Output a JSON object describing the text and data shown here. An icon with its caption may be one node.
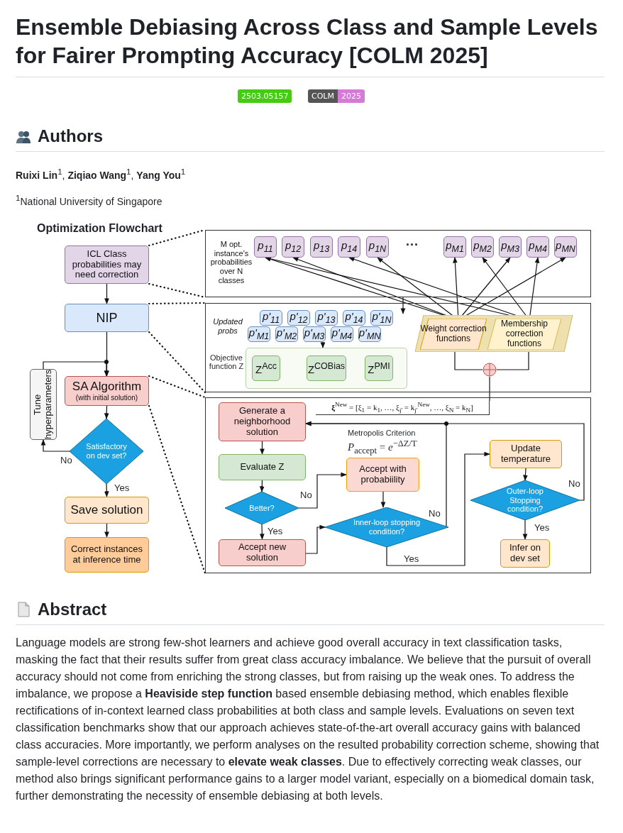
{
  "diagram": {
    "title": "Ensemble Debiasing Across Class and Sample Levels for Fairer Prompting Accuracy [COLM 2025]",
    "nodes": [
      {
        "text": [
          "ICL Class probabilities may need correction"
        ]
      },
      {
        "text": [
          "NIP"
        ]
      },
      {
        "text": [
          "SA Algorithm",
          "(with initial solution)"
        ]
      },
      {
        "text": [
          "Tune hyperparameters"
        ]
      },
      {
        "text": [
          "Satisfactory on dev set?"
        ]
      },
      {
        "text": [
          "Save solution"
        ]
      },
      {
        "text": [
          "Correct instances at inference time"
        ]
      },
      {
        "text": [
          "M opt. instance's probabilities over N classes"
        ]
      },
      {
        "text": [
          "p$_{11}$"
        ],
        "in": 7
      },
      {
        "text": [
          "p$_{12}$"
        ],
        "in": 7
      },
      {
        "text": [
          "p$_{13}$"
        ],
        "in": 7
      },
      {
        "text": [
          "p$_{14}$"
        ],
        "in": 7
      },
      {
        "text": [
          "p$_{1N}$"
        ],
        "in": 7
      },
      {
        "text": [
          "p$_{M1}$"
        ],
        "in": 7
      },
      {
        "text": [
          "p$_{M2}$"
        ],
        "in": 7
      },
      {
        "text": [
          "p$_{M3}$"
        ],
        "in": 7
      },
      {
        "text": [
          "p$_{M4}$"
        ],
        "in": 7
      },
      {
        "text": [
          "p$_{MN}$"
        ],
        "in": 7
      },
      {
        "text": [
          "Updated probs"
        ]
      },
      {
        "text": [
          "p'$_{11}$"
        ],
        "in": 18
      },
      {
        "text": [
          "p'$_{12}$"
        ],
        "in": 18
      },
      {
        "text": [
          "p'$_{13}$"
        ],
        "in": 18
      },
      {
        "text": [
          "p'$_{14}$"
        ],
        "in": 18
      },
      {
        "text": [
          "p'$_{1N}$"
        ],
        "in": 18
      },
      {
        "text": [
          "p'$_{M1}$"
        ],
        "in": 18
      },
      {
        "text": [
          "p'$_{M2}$"
        ],
        "in": 18
      },
      {
        "text": [
          "p'$_{M3}$"
        ],
        "in": 18
      },
      {
        "text": [
          "p'$_{M4}$"
        ],
        "in": 18
      },
      {
        "text": [
          "p'$_{MN}$"
        ],
        "in": 18
      },
      {
        "text": [],
        "shape": "box",
        "in": 18
      },
      {
        "text": [
          "Z$^{Acc}$"
        ],
        "in": 29
      },
      {
        "text": [
          "Z$^{COBias}$"
        ],
        "in": 29
      },
      {
        "text": [
          "Z$^{PMI}$"
        ],
        "in": 29
      },
      {
        "text": [],
        "shape": "parallelogram",
        "in": 18
      },
      {
        "text": [
          "Weight correction functions"
        ],
        "in": 33
      },
      {
        "text": [
          "Membership correction functions"
        ],
        "in": 33
      },
      {
        "text": [],
        "shape": "circle",
        "in": 18
      },
      {
        "text": [],
        "shape": "box"
      },
      {
        "text": [
          "**ξ**$^{New}$ = [ξ$_{1}$ = k$_{1}$, …, ξ$_{j'}$ = k$_{j'}$$^{New}$, …, ξ$_{N}$ = k$_{N}$]"
        ],
        "in": 37
      },
      {
        "text": [
          "Generate a neighborhood solution"
        ],
        "in": 37
      },
      {
        "text": [
          "Evaluate Z"
        ],
        "in": 37
      },
      {
        "text": [
          "Better?"
        ],
        "in": 37
      },
      {
        "text": [
          "Accept new solution"
        ],
        "in": 37
      },
      {
        "text": [
          "Accept with probabiility"
        ],
        "in": 37
      },
      {
        "text": [
          "Inner-loop stopping condition?"
        ],
        "in": 37
      },
      {
        "text": [
          "Update temperature"
        ],
        "in": 37
      },
      {
        "text": [
          "Outer-loop Stopping condition?"
        ],
        "in": 37
      },
      {
        "text": [
          "Infer on dev set"
        ],
        "in": 37
      }
    ],
    "edges": [
      {
        "from": 0,
        "to": 1,
        "arrow": "to"
      },
      {
        "from": 1,
        "to": 2,
        "arrow": "to"
      },
      {
        "from": 2,
        "to": 4,
        "arrow": "to"
      },
      {
        "from": 4,
        "to": 3,
        "arrow": "to",
        "label": "No"
      },
      {
        "from": 3,
        "to": 2,
        "arrow": "to"
      },
      {
        "from": 4,
        "to": 5,
        "arrow": "to",
        "label": "Yes"
      },
      {
        "from": 5,
        "to": 6,
        "arrow": "to"
      },
      {
        "from": 0,
        "to": 7,
        "arrow": "none",
        "style": "dashed"
      },
      {
        "from": 1,
        "to": 18,
        "arrow": "none",
        "style": "dashed"
      },
      {
        "from": 2,
        "to": 37,
        "arrow": "none",
        "style": "dashed"
      },
      {
        "from": 7,
        "to": 18,
        "arrow": "to"
      },
      {
        "from": 34,
        "to": 8,
        "arrow": "to"
      },
      {
        "from": 34,
        "to": 9,
        "arrow": "to"
      },
      {
        "from": 34,
        "to": 12,
        "arrow": "to"
      },
      {
        "from": 34,
        "to": 13,
        "arrow": "to"
      },
      {
        "from": 34,
        "to": 15,
        "arrow": "to"
      },
      {
        "from": 34,
        "to": 17,
        "arrow": "to"
      },
      {
        "from": 35,
        "to": 8,
        "arrow": "to"
      },
      {
        "from": 35,
        "to": 11,
        "arrow": "to"
      },
      {
        "from": 35,
        "to": 14,
        "arrow": "to"
      },
      {
        "from": 35,
        "to": 16,
        "arrow": "to"
      },
      {
        "from": 26,
        "to": 29,
        "arrow": "to"
      },
      {
        "from": 34,
        "to": 36,
        "arrow": "none"
      },
      {
        "from": 35,
        "to": 36,
        "arrow": "none"
      },
      {
        "from": 36,
        "to": 38,
        "arrow": "none"
      },
      {
        "from": 39,
        "to": 40,
        "arrow": "to"
      },
      {
        "from": 40,
        "to": 41,
        "arrow": "to"
      },
      {
        "from": 41,
        "to": 43,
        "arrow": "to",
        "label": "No"
      },
      {
        "from": 41,
        "to": 42,
        "arrow": "to",
        "label": "Yes"
      },
      {
        "from": 43,
        "to": 44,
        "arrow": "to"
      },
      {
        "from": 42,
        "to": 44,
        "arrow": "to"
      },
      {
        "from": 44,
        "to": 39,
        "arrow": "to",
        "label": "No"
      },
      {
        "from": 44,
        "to": 45,
        "arrow": "to",
        "label": "Yes"
      },
      {
        "from": 45,
        "to": 46,
        "arrow": "to"
      },
      {
        "from": 46,
        "to": 39,
        "arrow": "to",
        "label": "No"
      },
      {
        "from": 46,
        "to": 47,
        "arrow": "to",
        "label": "Yes"
      }
    ],
    "labels": [
      "2503.05157",
      "COLM",
      "2025",
      "Authors",
      "**Ruixi Lin**$^{1}$, **Ziqiao Wang**$^{1}$, **Yang You**$^{1}$",
      "$^{1}$National University of Singapore",
      "Optimization Flowchart",
      "···",
      "Objective function Z",
      "Metropolis Criterion",
      "*P*$_{accept}$ = *e*$^{−ΔZ/T}$",
      "Abstract",
      "Language models are strong few-shot learners and achieve good overall accuracy in text classification tasks, masking the fact that their results suffer from great class accuracy imbalance. We believe that the pursuit of overall accuracy should not come from enriching the strong classes, but from raising up the weak ones. To address the imbalance, we propose a **Heaviside step function** based ensemble debiasing method, which enables flexible rectifications of in-context learned class probabilities at both class and sample levels. Evaluations on seven text classification benchmarks show that our approach achieves state-of-the-art overall accuracy gains with balanced class accuracies. More importantly, we perform analyses on the resulted probability correction scheme, showing that sample-level corrections are necessary to **elevate weak classes**. Due to effectively correcting weak classes, our method also brings significant performance gains to a larger model variant, especially on a biomedical domain task, further demonstrating the necessity of ensemble debiasing at both levels."
    ]
  }
}
